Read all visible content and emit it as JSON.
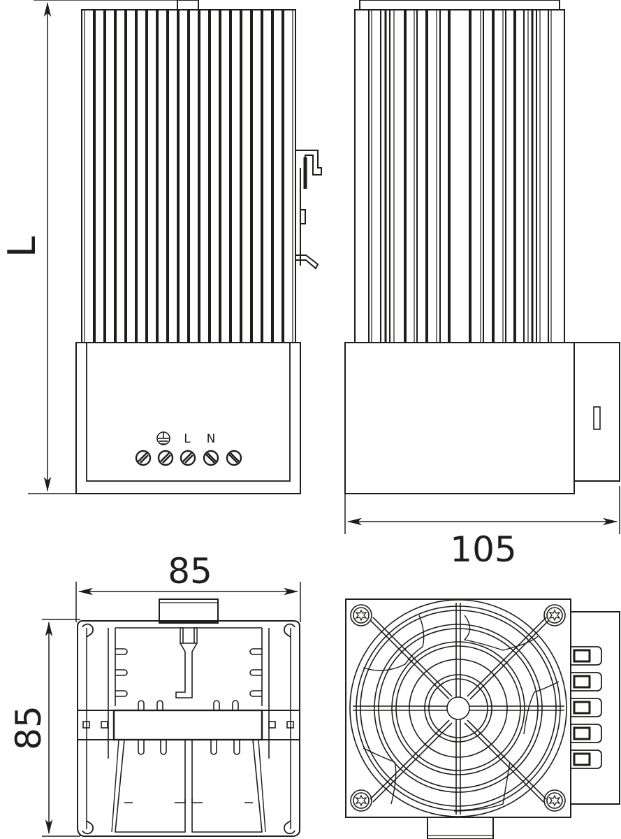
{
  "drawing": {
    "views": {
      "front": {
        "label": "front view with terminal block"
      },
      "side": {
        "label": "side view"
      },
      "top": {
        "label": "top cross-section view"
      },
      "fan": {
        "label": "fan view"
      }
    },
    "dimensions": {
      "length": "L",
      "depth": "105",
      "width": "85",
      "height": "85"
    },
    "terminal_labels": {
      "earth": "⏚",
      "line": "L",
      "neutral": "N"
    },
    "terminal_count": 5,
    "connector_count": 5,
    "line_color": "#1d1d1b",
    "background": "#ffffff"
  }
}
